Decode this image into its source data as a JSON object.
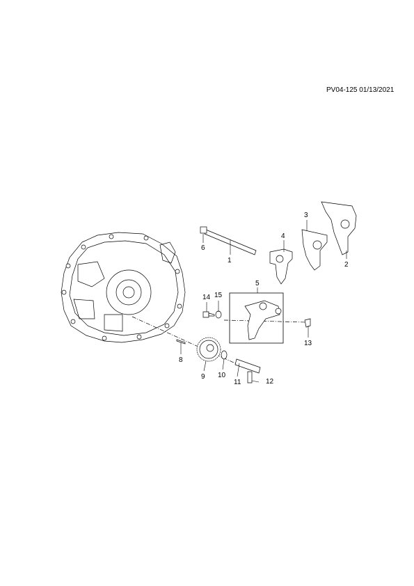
{
  "header": {
    "reference": "PV04-125 01/13/2021"
  },
  "callouts": [
    {
      "label": "1"
    },
    {
      "label": "2"
    },
    {
      "label": "3"
    },
    {
      "label": "4"
    },
    {
      "label": "5"
    },
    {
      "label": "6"
    },
    {
      "label": "8"
    },
    {
      "label": "9"
    },
    {
      "label": "10"
    },
    {
      "label": "11"
    },
    {
      "label": "12"
    },
    {
      "label": "13"
    },
    {
      "label": "14"
    },
    {
      "label": "15"
    }
  ]
}
